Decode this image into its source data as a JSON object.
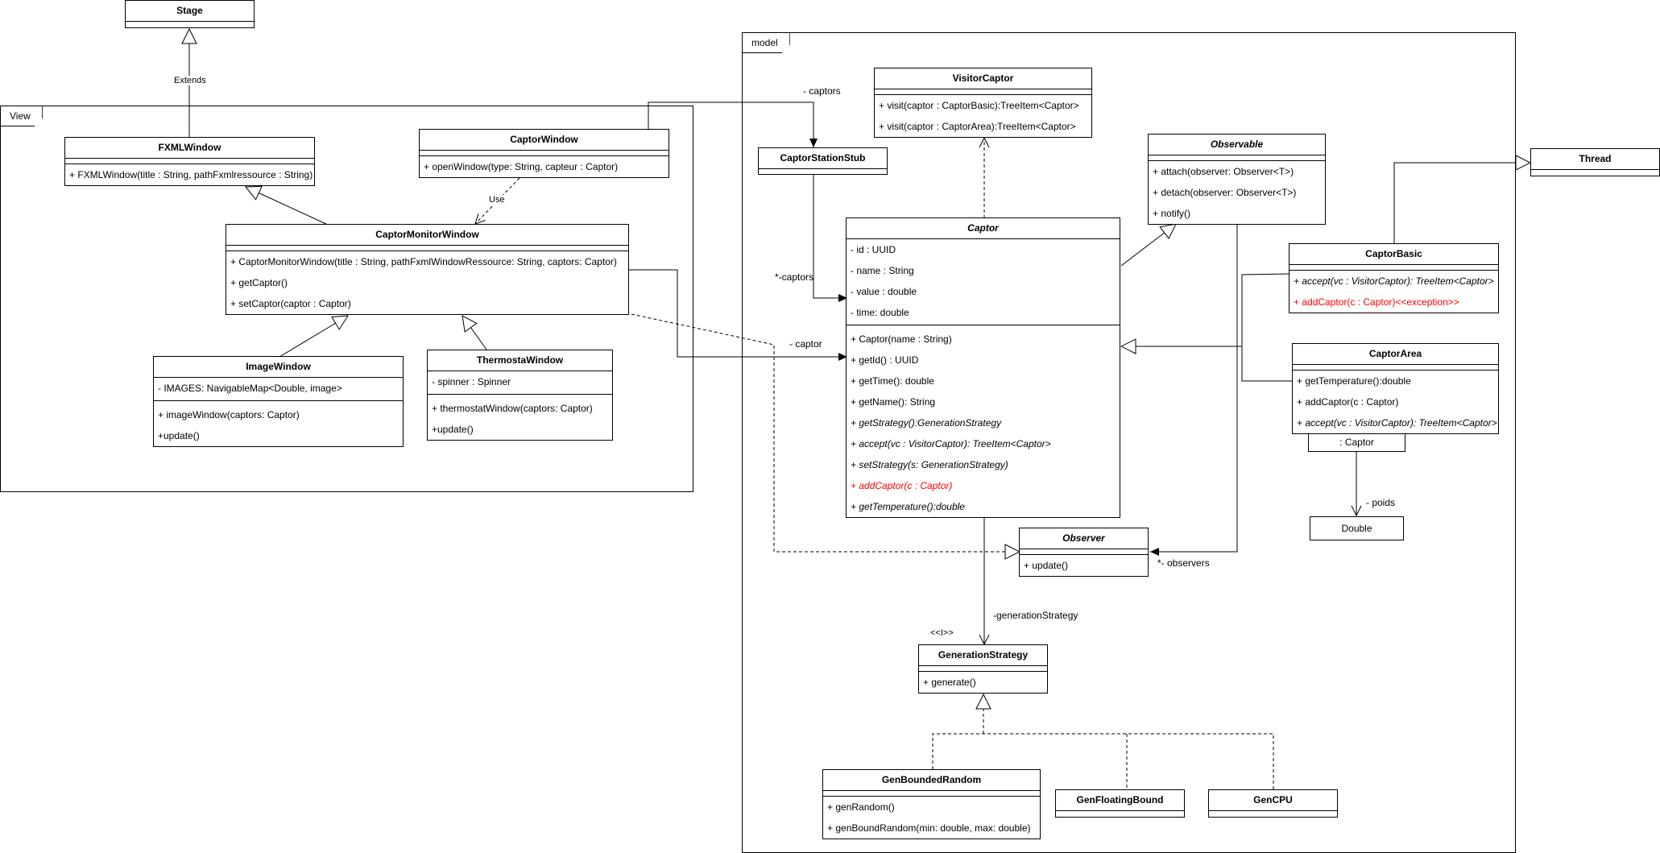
{
  "frames": {
    "view": "View",
    "model": "model"
  },
  "classes": {
    "stage": {
      "name": "Stage"
    },
    "fxmlwindow": {
      "name": "FXMLWindow",
      "methods": [
        "+ FXMLWindow(title : String, pathFxmlressource : String)"
      ]
    },
    "captorwindow": {
      "name": "CaptorWindow",
      "methods": [
        "+ openWindow(type: String, capteur : Captor)"
      ]
    },
    "captormonitorwindow": {
      "name": "CaptorMonitorWindow",
      "methods": [
        "+ CaptorMonitorWindow(title : String, pathFxmlWindowRessource: String, captors: Captor)",
        "+ getCaptor()",
        "+ setCaptor(captor : Captor)"
      ]
    },
    "imagewindow": {
      "name": "ImageWindow",
      "attributes": [
        "- IMAGES: NavigableMap<Double, image>"
      ],
      "methods": [
        "+ imageWindow(captors: Captor)",
        "+update()"
      ]
    },
    "thermostawindow": {
      "name": "ThermostaWindow",
      "attributes": [
        "- spinner : Spinner"
      ],
      "methods": [
        "+ thermostatWindow(captors: Captor)",
        "+update()"
      ]
    },
    "visitorcaptor": {
      "name": "VisitorCaptor",
      "methods": [
        "+ visit(captor : CaptorBasic):TreeItem<Captor>",
        "+ visit(captor : CaptorArea):TreeItem<Captor>"
      ]
    },
    "captorstationstub": {
      "name": "CaptorStationStub"
    },
    "observable": {
      "name": "Observable",
      "methods": [
        "+ attach(observer: Observer<T>)",
        "+ detach(observer: Observer<T>)",
        "+ notify()"
      ]
    },
    "thread": {
      "name": "Thread"
    },
    "captor": {
      "name": "Captor",
      "attributes": [
        "- id : UUID",
        "- name : String",
        "- value : double",
        "- time: double"
      ],
      "methods": [
        "+ Captor(name : String)",
        "+ getId() : UUID",
        "+ getTime(): double",
        "+ getName(): String",
        "+ getStrategy():GenerationStrategy",
        "+ accept(vc : VisitorCaptor): TreeItem<Captor>",
        "+ setStrategy(s: GenerationStrategy)",
        "+ addCaptor(c : Captor)",
        "+ getTemperature():double"
      ]
    },
    "captorbasic": {
      "name": "CaptorBasic",
      "methods": [
        "+ accept(vc : VisitorCaptor): TreeItem<Captor>",
        "+ addCaptor(c : Captor)<<exception>>"
      ]
    },
    "captorarea": {
      "name": "CaptorArea",
      "methods": [
        "+ getTemperature():double",
        "+ addCaptor(c : Captor)",
        "+ accept(vc : VisitorCaptor): TreeItem<Captor>"
      ]
    },
    "observer": {
      "name": "Observer",
      "methods": [
        "+ update()"
      ]
    },
    "generationstrategy": {
      "name": "GenerationStrategy",
      "methods": [
        "+ generate()"
      ]
    },
    "genboundedrandom": {
      "name": "GenBoundedRandom",
      "methods": [
        "+ genRandom()",
        "+ genBoundRandom(min: double, max: double)"
      ]
    },
    "genfloatingbound": {
      "name": "GenFloatingBound"
    },
    "gencpu": {
      "name": "GenCPU"
    }
  },
  "boxes": {
    "captor_type": ": Captor",
    "double": "Double"
  },
  "labels": {
    "extends": "Extends",
    "use": "Use",
    "captors_top": "- captors",
    "captors_many": "*-captors",
    "captor": "- captor",
    "observers": "*- observers",
    "generation_strategy": "-generationStrategy",
    "interface_stereo": "<<I>>",
    "poids": "- poids"
  },
  "colors": {
    "line": "#000000",
    "exception": "#ff0000"
  }
}
